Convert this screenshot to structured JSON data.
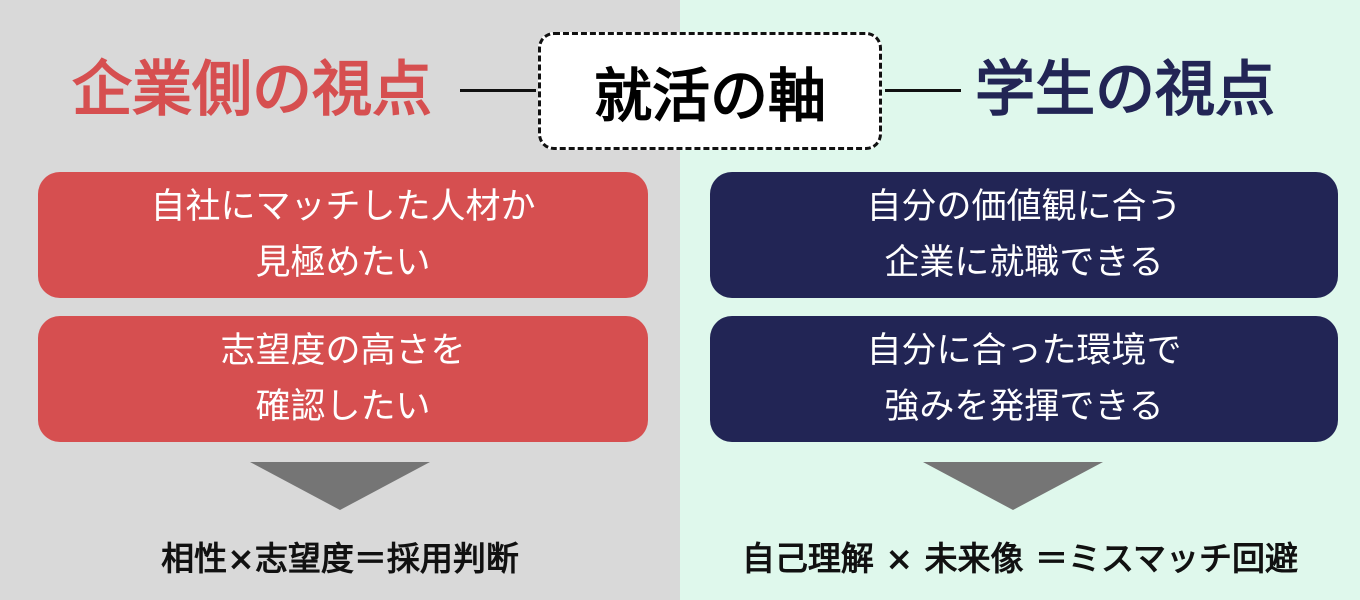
{
  "center": {
    "label": "就活の軸"
  },
  "company": {
    "title": "企業側の視点",
    "cards": [
      {
        "line1": "自社にマッチした人材か",
        "line2": "見極めたい"
      },
      {
        "line1": "志望度の高さを",
        "line2": "確認したい"
      }
    ],
    "result": "相性×志望度＝採用判断"
  },
  "student": {
    "title": "学生の視点",
    "cards": [
      {
        "line1": "自分の価値観に合う",
        "line2": "企業に就職できる"
      },
      {
        "line1": "自分に合った環境で",
        "line2": "強みを発揮できる"
      }
    ],
    "result": "自己理解 × 未来像 ＝ミスマッチ回避"
  },
  "colors": {
    "company": "#d64f50",
    "student": "#222555",
    "left_bg": "#d9d9d9",
    "right_bg": "#dff8ec",
    "arrow": "#757575"
  }
}
